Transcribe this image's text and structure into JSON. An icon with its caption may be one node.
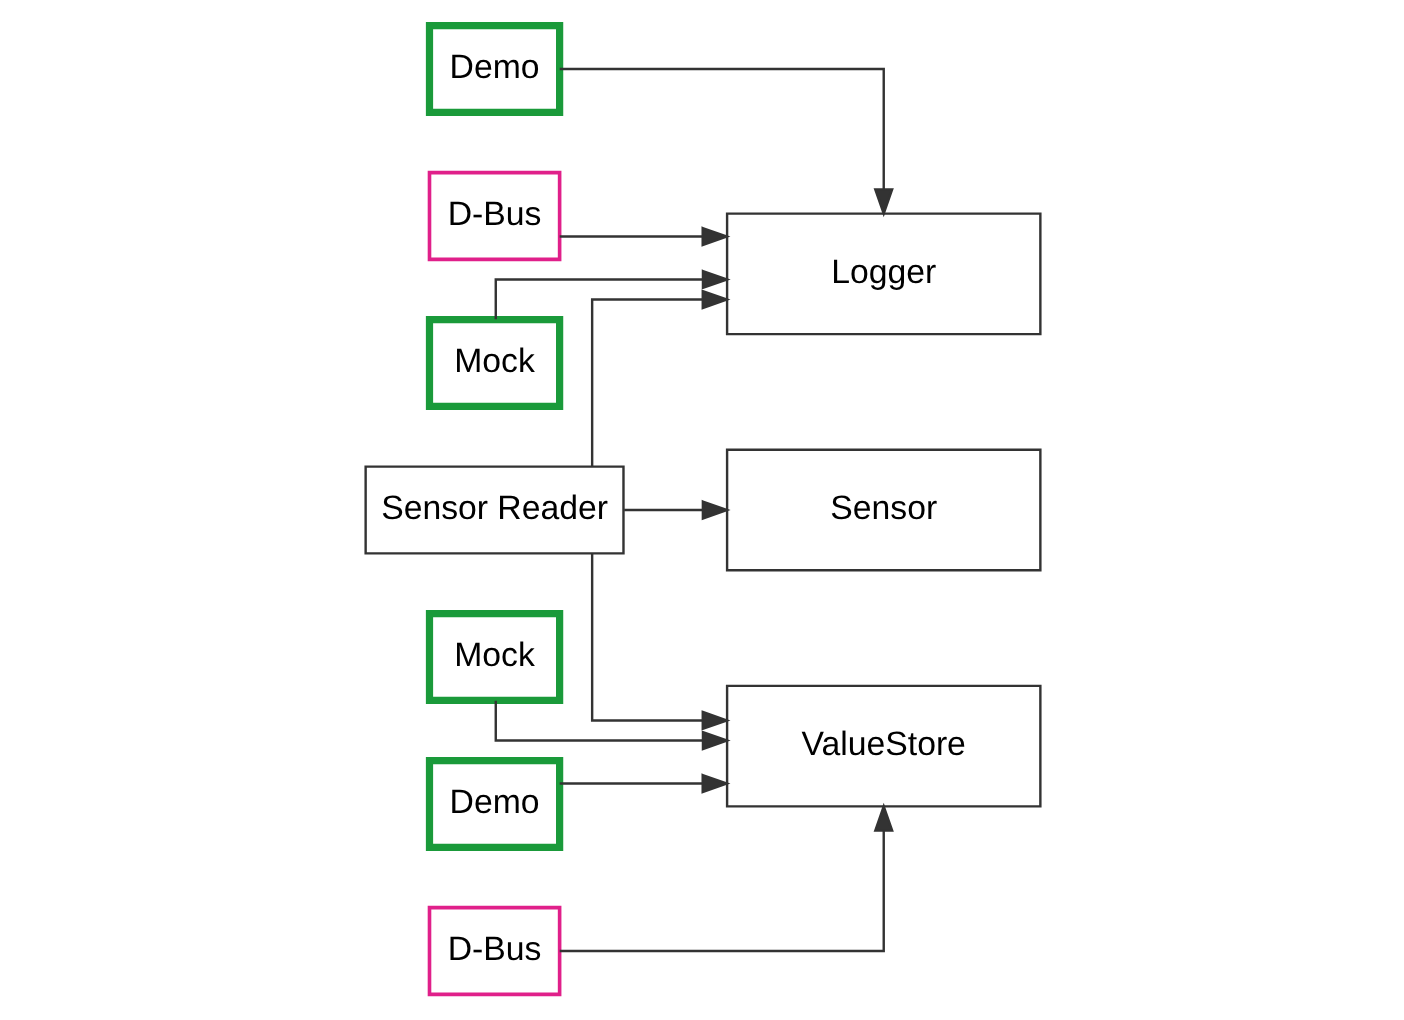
{
  "diagram": {
    "nodes": [
      {
        "text": [
          "Sensor Reader"
        ]
      },
      {
        "text": [
          "Sensor"
        ]
      },
      {
        "text": [
          "Logger"
        ]
      },
      {
        "text": [
          "Demo"
        ]
      },
      {
        "text": [
          "D-Bus"
        ]
      },
      {
        "text": [
          "Mock"
        ]
      },
      {
        "text": [
          "ValueStore"
        ]
      },
      {
        "text": [
          "Demo"
        ]
      },
      {
        "text": [
          "D-Bus"
        ]
      },
      {
        "text": [
          "Mock"
        ]
      }
    ],
    "edges": [
      {
        "from": 0,
        "to": 1,
        "arrow": "to"
      },
      {
        "from": 0,
        "to": 2,
        "arrow": "to"
      },
      {
        "from": 0,
        "to": 6,
        "arrow": "to"
      },
      {
        "from": 3,
        "to": 2,
        "arrow": "to"
      },
      {
        "from": 4,
        "to": 2,
        "arrow": "to"
      },
      {
        "from": 5,
        "to": 2,
        "arrow": "to"
      },
      {
        "from": 7,
        "to": 6,
        "arrow": "to"
      },
      {
        "from": 8,
        "to": 6,
        "arrow": "to"
      },
      {
        "from": 9,
        "to": 6,
        "arrow": "to"
      }
    ]
  }
}
